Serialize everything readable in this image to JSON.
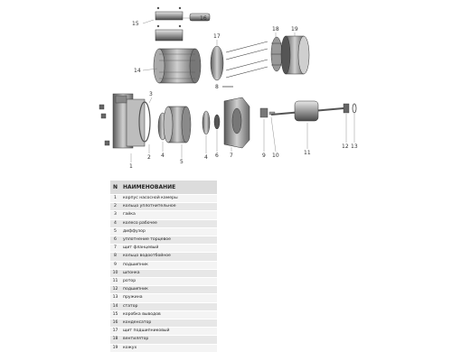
{
  "table": {
    "header": {
      "n": "N",
      "name": "НАИМЕНОВАНИЕ"
    },
    "rows": [
      {
        "n": "1",
        "name": "корпус насосной камеры"
      },
      {
        "n": "2",
        "name": "кольцо уплотнительное"
      },
      {
        "n": "3",
        "name": "гайка"
      },
      {
        "n": "4",
        "name": "колесо рабочее"
      },
      {
        "n": "5",
        "name": "диффузор"
      },
      {
        "n": "6",
        "name": "уплотнение торцевое"
      },
      {
        "n": "7",
        "name": "щит фланцевый"
      },
      {
        "n": "8",
        "name": "кольцо водоотбойное"
      },
      {
        "n": "9",
        "name": "подшипник"
      },
      {
        "n": "10",
        "name": "шпонка"
      },
      {
        "n": "11",
        "name": "ротор"
      },
      {
        "n": "12",
        "name": "подшипник"
      },
      {
        "n": "13",
        "name": "пружина"
      },
      {
        "n": "14",
        "name": "статор"
      },
      {
        "n": "15",
        "name": "коробка выводов"
      },
      {
        "n": "16",
        "name": "конденсатор"
      },
      {
        "n": "17",
        "name": "щит подшипниковый"
      },
      {
        "n": "18",
        "name": "вентилятор"
      },
      {
        "n": "19",
        "name": "кожух"
      }
    ]
  },
  "callouts": [
    "1",
    "2",
    "3",
    "4",
    "5",
    "4",
    "6",
    "7",
    "8",
    "9",
    "10",
    "11",
    "12",
    "13",
    "14",
    "15",
    "16",
    "17",
    "18",
    "19"
  ]
}
